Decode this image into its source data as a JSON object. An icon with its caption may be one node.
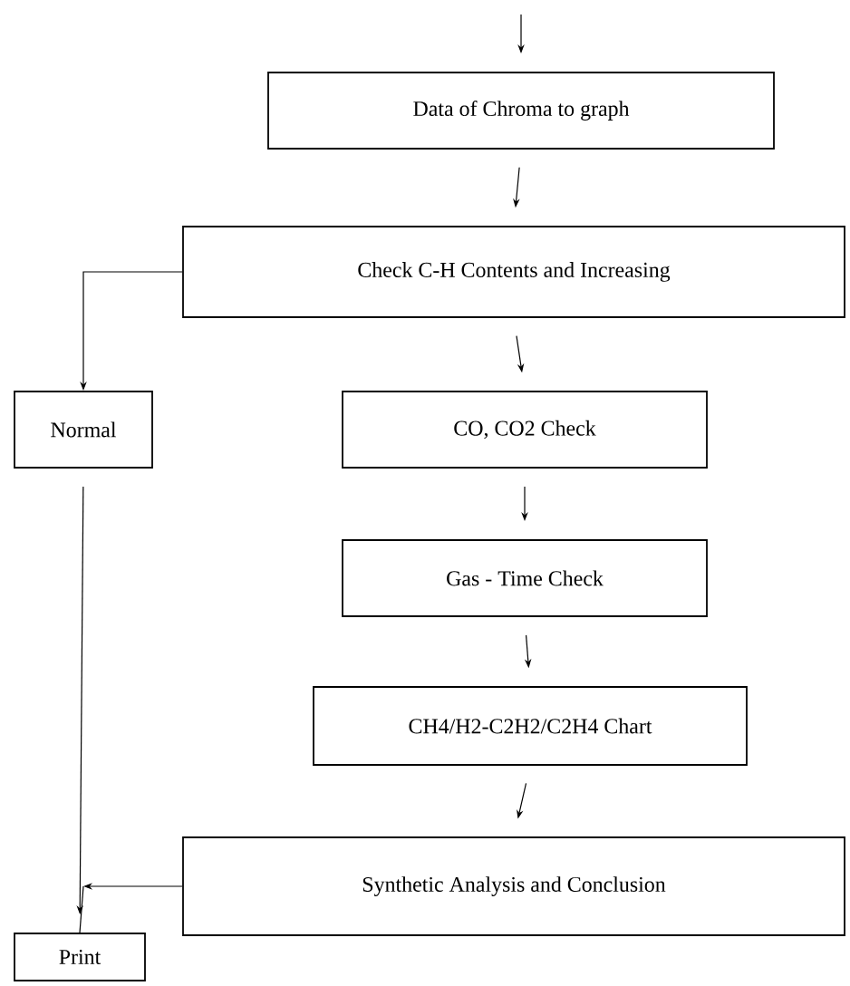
{
  "diagram": {
    "nodes": [
      {
        "text": [
          "Data of Chroma to graph"
        ]
      },
      {
        "text": [
          "Check C-H Contents and Increasing"
        ]
      },
      {
        "text": [
          "Normal"
        ]
      },
      {
        "text": [
          "CO, CO2 Check"
        ]
      },
      {
        "text": [
          "Gas - Time Check"
        ]
      },
      {
        "text": [
          "CH4/H2-C2H2/C2H4 Chart"
        ]
      },
      {
        "text": [
          "Synthetic Analysis and Conclusion"
        ]
      },
      {
        "text": [
          "Print"
        ]
      }
    ],
    "edges": [
      {
        "from": null,
        "to": 0,
        "arrow": "to"
      },
      {
        "from": 0,
        "to": 1,
        "arrow": "to"
      },
      {
        "from": 1,
        "to": 2,
        "arrow": "to"
      },
      {
        "from": 1,
        "to": 3,
        "arrow": "to"
      },
      {
        "from": 3,
        "to": 4,
        "arrow": "to"
      },
      {
        "from": 4,
        "to": 5,
        "arrow": "to"
      },
      {
        "from": 5,
        "to": 6,
        "arrow": "to"
      },
      {
        "from": 2,
        "to": 7,
        "arrow": "to"
      },
      {
        "from": 6,
        "to": 7,
        "arrow": "to"
      }
    ]
  }
}
